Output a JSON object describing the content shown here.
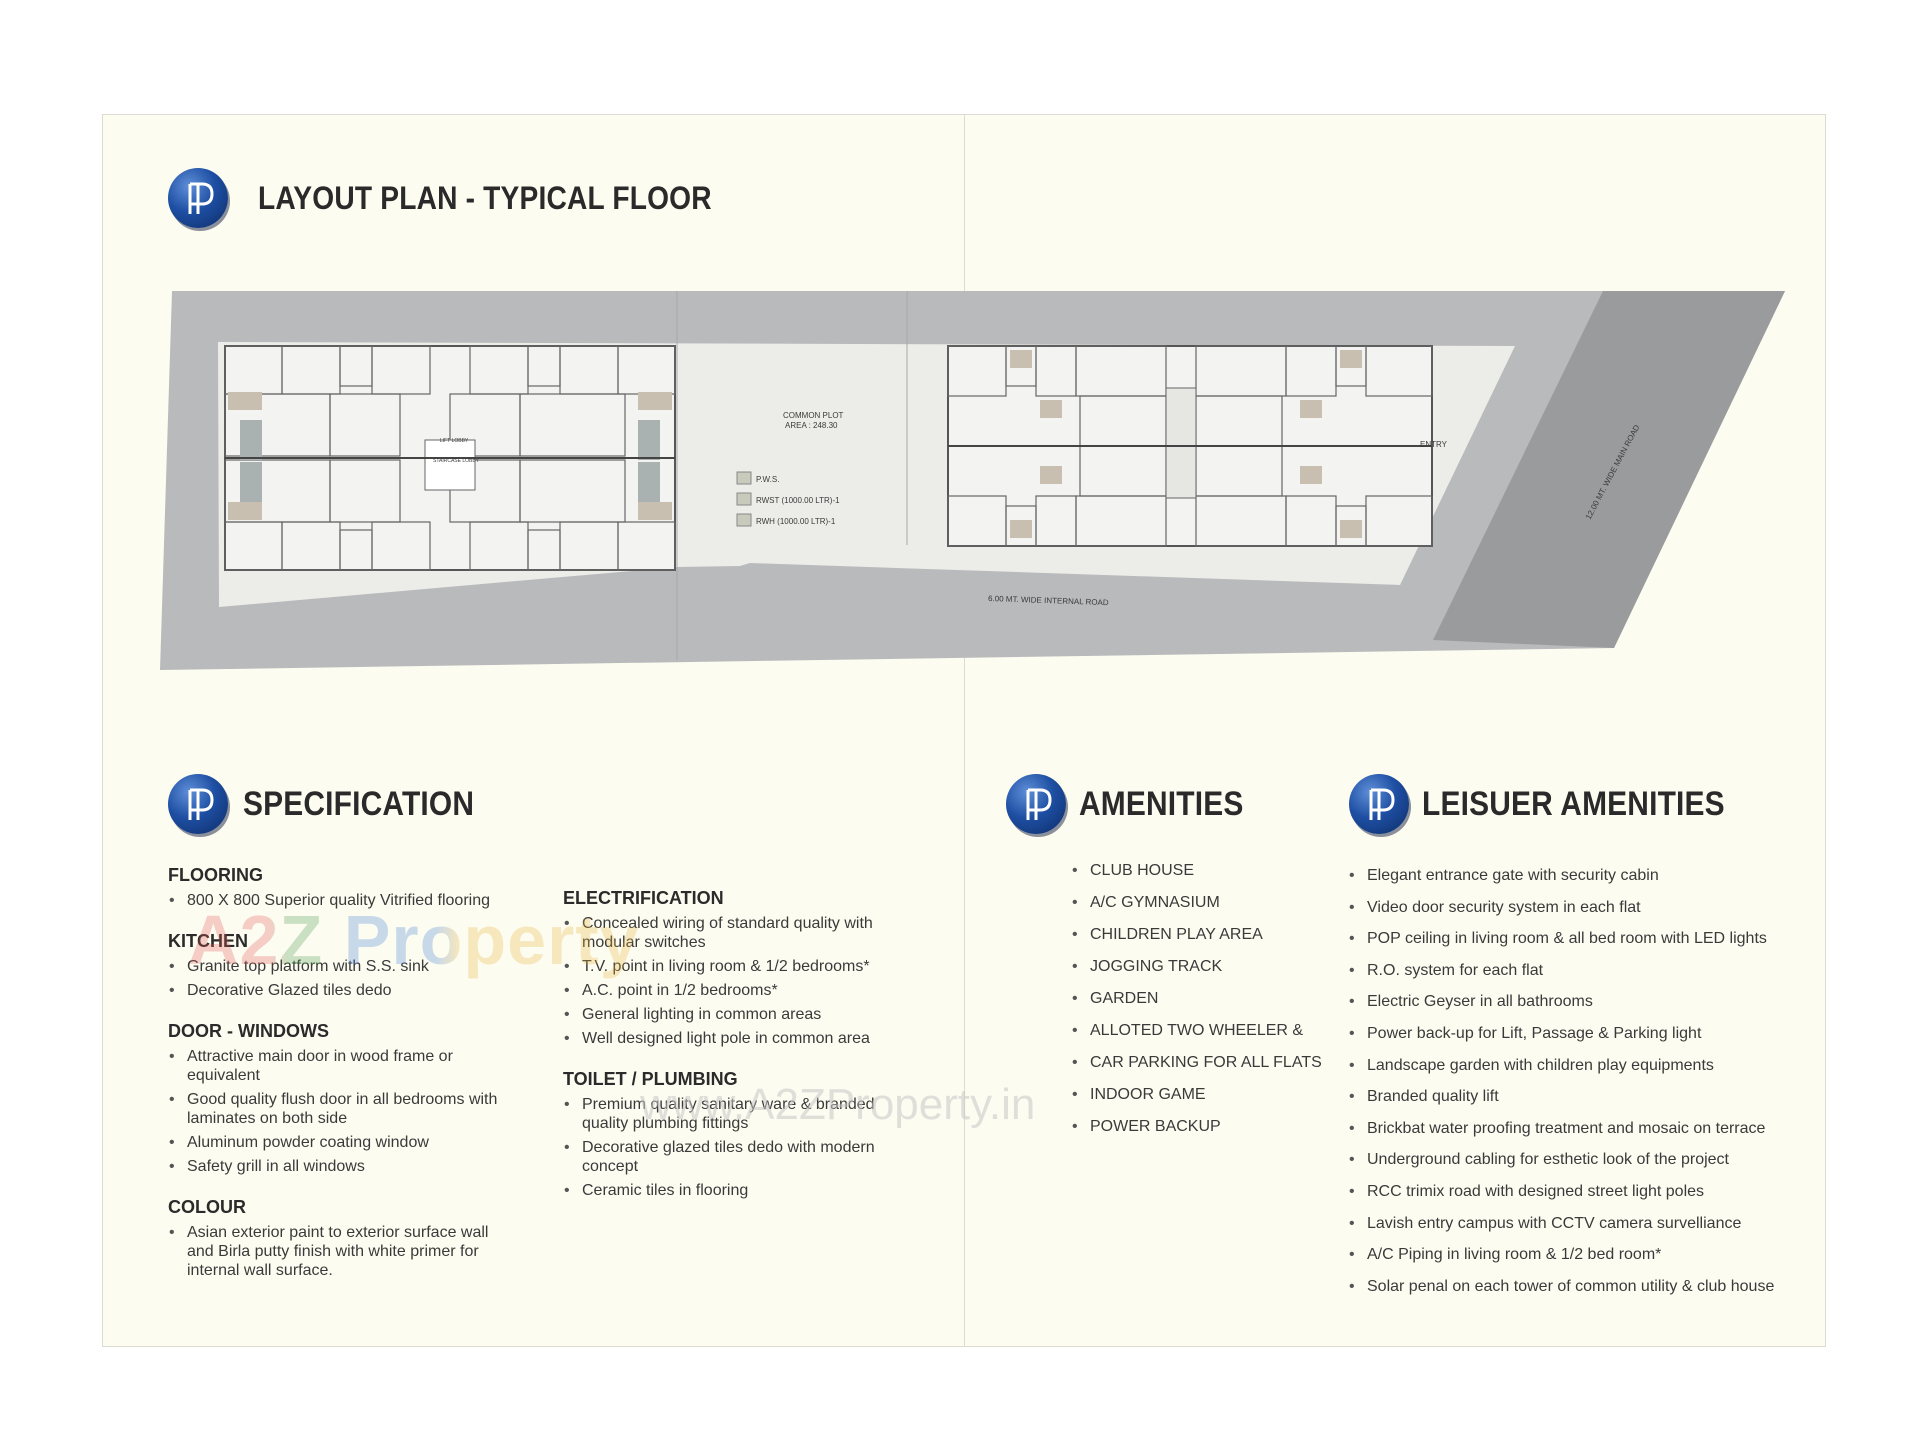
{
  "layout_plan": {
    "title": "LAYOUT PLAN - TYPICAL FLOOR",
    "common_plot_label": "COMMON PLOT",
    "common_plot_area": "AREA : 248.30",
    "legend": [
      {
        "label": "P.W.S."
      },
      {
        "label": "RWST (1000.00 LTR)-1"
      },
      {
        "label": "RWH (1000.00 LTR)-1"
      }
    ],
    "internal_road_label": "6.00 MT. WIDE INTERNAL ROAD",
    "main_road_label": "12.00 MT. WIDE MAIN ROAD",
    "entry_label": "ENTRY",
    "stair_labels": [
      "LIFT LOBBY",
      "STAIRCASE LOBBY"
    ]
  },
  "specification": {
    "title": "SPECIFICATION",
    "left_column": [
      {
        "heading": "FLOORING",
        "items": [
          "800 X 800 Superior quality Vitrified flooring"
        ]
      },
      {
        "heading": "KITCHEN",
        "items": [
          "Granite top platform with S.S. sink",
          "Decorative Glazed tiles dedo"
        ]
      },
      {
        "heading": "DOOR - WINDOWS",
        "items": [
          "Attractive main door in wood frame or equivalent",
          "Good quality flush door in all bedrooms with laminates on both side",
          "Aluminum powder coating window",
          "Safety grill in all windows"
        ]
      },
      {
        "heading": "COLOUR",
        "items": [
          "Asian exterior paint to exterior surface wall and Birla putty finish with white primer for internal wall surface."
        ]
      }
    ],
    "right_column": [
      {
        "heading": "ELECTRIFICATION",
        "items": [
          "Concealed wiring of standard quality with modular switches",
          "T.V. point in living room & 1/2 bedrooms*",
          "A.C. point in 1/2 bedrooms*",
          "General lighting in common areas",
          "Well designed light pole in common area"
        ]
      },
      {
        "heading": "TOILET / PLUMBING",
        "items": [
          "Premium quality sanitary ware & branded quality plumbing fittings",
          "Decorative glazed tiles dedo with modern concept",
          "Ceramic tiles in flooring"
        ]
      }
    ]
  },
  "amenities": {
    "title": "AMENITIES",
    "items": [
      "CLUB HOUSE",
      "A/C GYMNASIUM",
      "CHILDREN PLAY AREA",
      "JOGGING TRACK",
      "GARDEN",
      "ALLOTED TWO WHEELER &",
      "CAR PARKING FOR ALL FLATS",
      "INDOOR GAME",
      "POWER BACKUP"
    ]
  },
  "leisure_amenities": {
    "title": "LEISUER AMENITIES",
    "items": [
      "Elegant entrance gate with security cabin",
      "Video door security system in each flat",
      "POP ceiling in living room & all bed room with LED lights",
      "R.O. system for each flat",
      "Electric Geyser in all bathrooms",
      "Power back-up for Lift, Passage & Parking light",
      "Landscape garden with children play equipments",
      "Branded quality lift",
      "Brickbat water proofing treatment and mosaic on terrace",
      "Underground cabling for esthetic look of the project",
      "RCC trimix road with designed street light poles",
      "Lavish entry campus with CCTV camera survelliance",
      "A/C Piping in living room & 1/2 bed room*",
      "Solar penal on each tower of common utility & club house"
    ]
  },
  "watermark": {
    "brand": "A2Z Property",
    "url": "www.A2ZProperty.in"
  },
  "icons": {
    "logo": "dp-monogram-logo-icon"
  },
  "colors": {
    "sheet": "#fdfcf1",
    "road": "#b9babb",
    "main_road": "#9a9b9d",
    "logo_blue": "#1e4fa3"
  }
}
